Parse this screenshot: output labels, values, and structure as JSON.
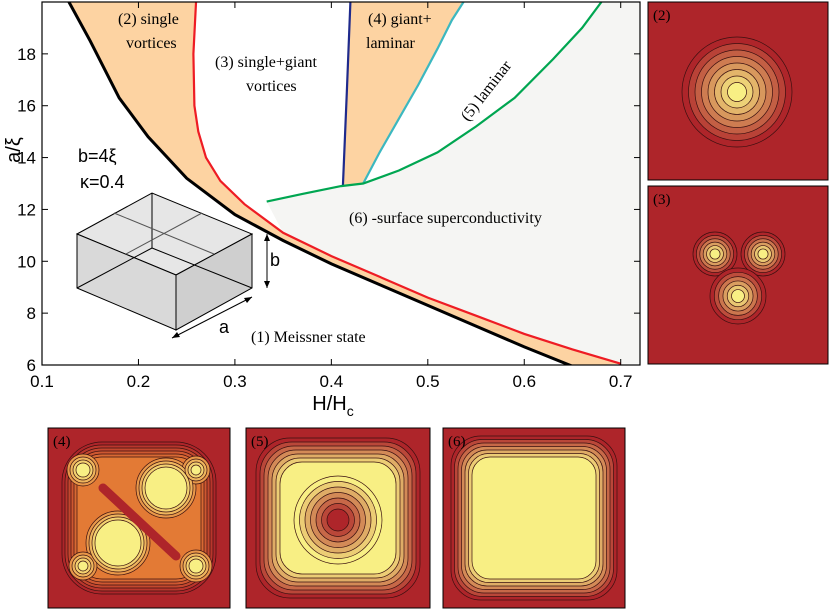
{
  "chart_data": {
    "type": "line",
    "xlabel": "H/H",
    "xlabel_sub": "c",
    "ylabel": "a/ξ",
    "xlim": [
      0.1,
      0.72
    ],
    "ylim": [
      6,
      20
    ],
    "x_ticks": [
      "0.1",
      "0.2",
      "0.3",
      "0.4",
      "0.5",
      "0.6",
      "0.7"
    ],
    "x_tick_values": [
      0.1,
      0.2,
      0.3,
      0.4,
      0.5,
      0.6,
      0.7
    ],
    "y_ticks": [
      "6",
      "8",
      "10",
      "12",
      "14",
      "16",
      "18"
    ],
    "y_tick_values": [
      6,
      8,
      10,
      12,
      14,
      16,
      18
    ],
    "series": [
      {
        "color": "#000000",
        "x": [
          0.125,
          0.15,
          0.18,
          0.21,
          0.25,
          0.3,
          0.35,
          0.4,
          0.45,
          0.5,
          0.55,
          0.6,
          0.65
        ],
        "y": [
          20.2,
          18.5,
          16.3,
          14.8,
          13.2,
          11.8,
          10.8,
          9.9,
          9.1,
          8.3,
          7.5,
          6.7,
          5.95
        ]
      },
      {
        "color": "#ee1c24",
        "x": [
          0.26,
          0.257,
          0.258,
          0.262,
          0.27,
          0.285,
          0.31,
          0.35,
          0.4,
          0.45,
          0.5,
          0.55,
          0.6,
          0.65,
          0.7
        ],
        "y": [
          20.2,
          18.0,
          16.0,
          15.0,
          14.0,
          13.1,
          12.2,
          11.1,
          10.2,
          9.4,
          8.6,
          7.9,
          7.2,
          6.6,
          6.05
        ]
      },
      {
        "color": "#1f2a8c",
        "x": [
          0.42,
          0.416,
          0.412
        ],
        "y": [
          20.2,
          16.5,
          12.9
        ]
      },
      {
        "color": "#3cb8c0",
        "x": [
          0.433,
          0.45,
          0.47,
          0.49,
          0.51,
          0.525,
          0.537
        ],
        "y": [
          13.0,
          14.2,
          15.5,
          16.8,
          18.2,
          19.3,
          20.0
        ]
      },
      {
        "color": "#00a651",
        "x": [
          0.333,
          0.37,
          0.41,
          0.433,
          0.47,
          0.51,
          0.55,
          0.59,
          0.63,
          0.66,
          0.68
        ],
        "y": [
          12.3,
          12.6,
          12.9,
          13.0,
          13.5,
          14.2,
          15.2,
          16.3,
          17.8,
          19.0,
          20.0
        ]
      }
    ],
    "fills": [
      {
        "name": "orange-band-left",
        "color": "#fdd3a2"
      },
      {
        "name": "orange-band-4",
        "color": "#fdd3a2"
      },
      {
        "name": "orange-band-meissner",
        "color": "#fdd3a2"
      },
      {
        "name": "surface-region",
        "color": "#f5f5f3"
      }
    ],
    "annotations": [
      {
        "text": "(1) Meissner state"
      },
      {
        "text": "(2) single"
      },
      {
        "text": "vortices"
      },
      {
        "text": "(3) single+giant"
      },
      {
        "text": "vortices"
      },
      {
        "text": "(4) giant+"
      },
      {
        "text": "laminar"
      },
      {
        "text": "(5) laminar"
      },
      {
        "text": "(6) -surface superconductivity"
      }
    ],
    "parameters": [
      "b=4ξ",
      "κ=0.4"
    ],
    "inset_labels": [
      "a",
      "b"
    ],
    "grid": false
  },
  "panels": [
    {
      "label": "(2)",
      "id": "2"
    },
    {
      "label": "(3)",
      "id": "3"
    },
    {
      "label": "(4)",
      "id": "4"
    },
    {
      "label": "(5)",
      "id": "5"
    },
    {
      "label": "(6)",
      "id": "6"
    }
  ],
  "colors": {
    "panel_bg": "#ae252a",
    "panel_core": "#f8ef84",
    "contour": "#3a1010"
  }
}
